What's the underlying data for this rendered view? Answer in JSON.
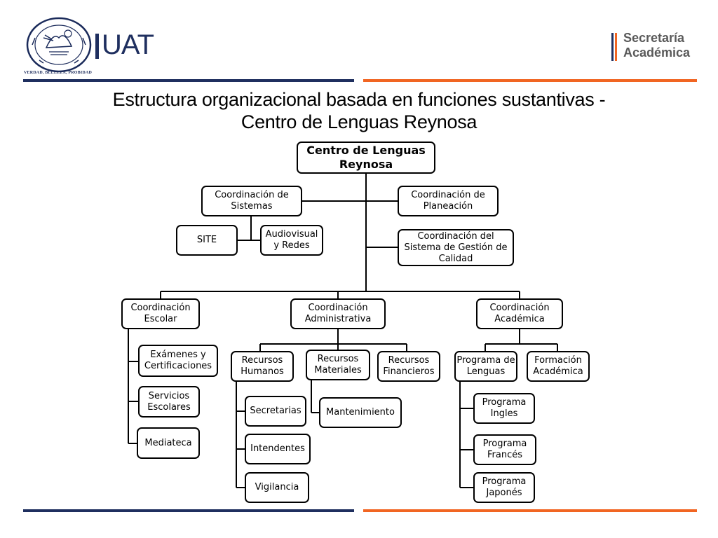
{
  "header": {
    "motto": "VERDAD, BELLEZA, PROBIDAD",
    "uat_logo": "UAT",
    "secretaria_line1": "Secretaría",
    "secretaria_line2": "Académica",
    "colors": {
      "navy": "#1f2f5f",
      "orange": "#f16522"
    }
  },
  "title": {
    "line1": "Estructura organizacional basada en funciones sustantivas -",
    "line2": "Centro de Lenguas Reynosa"
  },
  "org": {
    "root": "Centro de Lenguas Reynosa",
    "coord_sistemas": "Coordinación de Sistemas",
    "site": "SITE",
    "audiovisual": "Audiovisual y Redes",
    "coord_planeacion": "Coordinación de Planeación",
    "coord_calidad": "Coordinación del Sistema de Gestión de Calidad",
    "coord_escolar": "Coordinación Escolar",
    "examenes": "Exámenes y Certificaciones",
    "servicios": "Servicios Escolares",
    "mediateca": "Mediateca",
    "coord_admin": "Coordinación Administrativa",
    "rec_humanos": "Recursos Humanos",
    "rec_materiales": "Recursos Materiales",
    "rec_financieros": "Recursos Financieros",
    "secretarias": "Secretarias",
    "intendentes": "Intendentes",
    "vigilancia": "Vigilancia",
    "mantenimiento": "Mantenimiento",
    "coord_academica": "Coordinación Académica",
    "prog_lenguas": "Programa de Lenguas",
    "formacion": "Formación Académica",
    "prog_ingles": "Programa Ingles",
    "prog_frances": "Programa Francés",
    "prog_japones": "Programa Japonés"
  }
}
